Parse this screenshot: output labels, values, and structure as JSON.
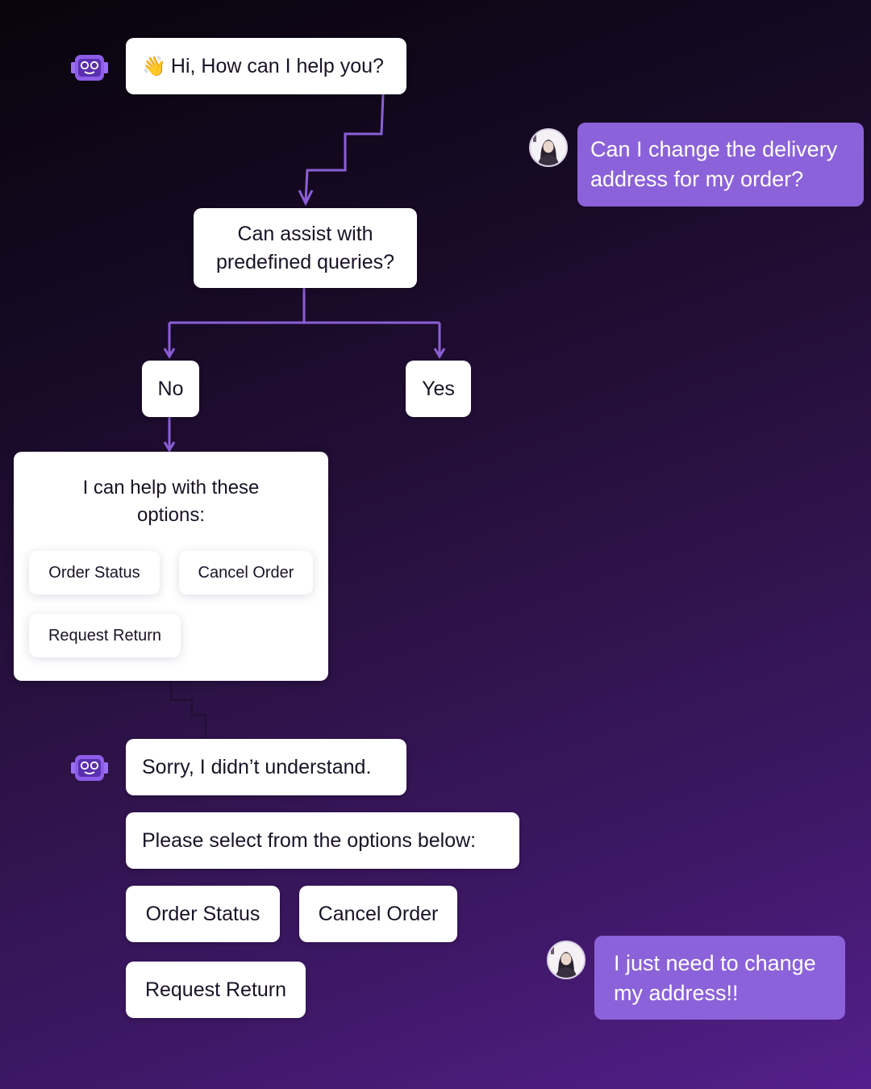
{
  "bot_greeting": {
    "emoji": "👋",
    "text": "Hi, How can I help you?"
  },
  "user_message_1": "Can I change the delivery address for my order?",
  "decision_question": "Can assist with predefined queries?",
  "branch_no": "No",
  "branch_yes": "Yes",
  "options_panel": {
    "title": "I can help with these options:",
    "chips": [
      "Order Status",
      "Cancel Order",
      "Request Return"
    ]
  },
  "bot_fallback": {
    "message": "Sorry, I didn’t understand.",
    "prompt": "Please select from the options below:",
    "options": [
      "Order Status",
      "Cancel Order",
      "Request Return"
    ]
  },
  "user_message_2": "I just need to change my address!!",
  "colors": {
    "accent_purple": "#8b62d9",
    "connector": "#8b5fd6",
    "bubble_bg": "#ffffff",
    "text_dark": "#1a1326"
  },
  "icons": {
    "bot_avatar": "robot-face-icon",
    "user_avatar": "user-photo-avatar"
  }
}
